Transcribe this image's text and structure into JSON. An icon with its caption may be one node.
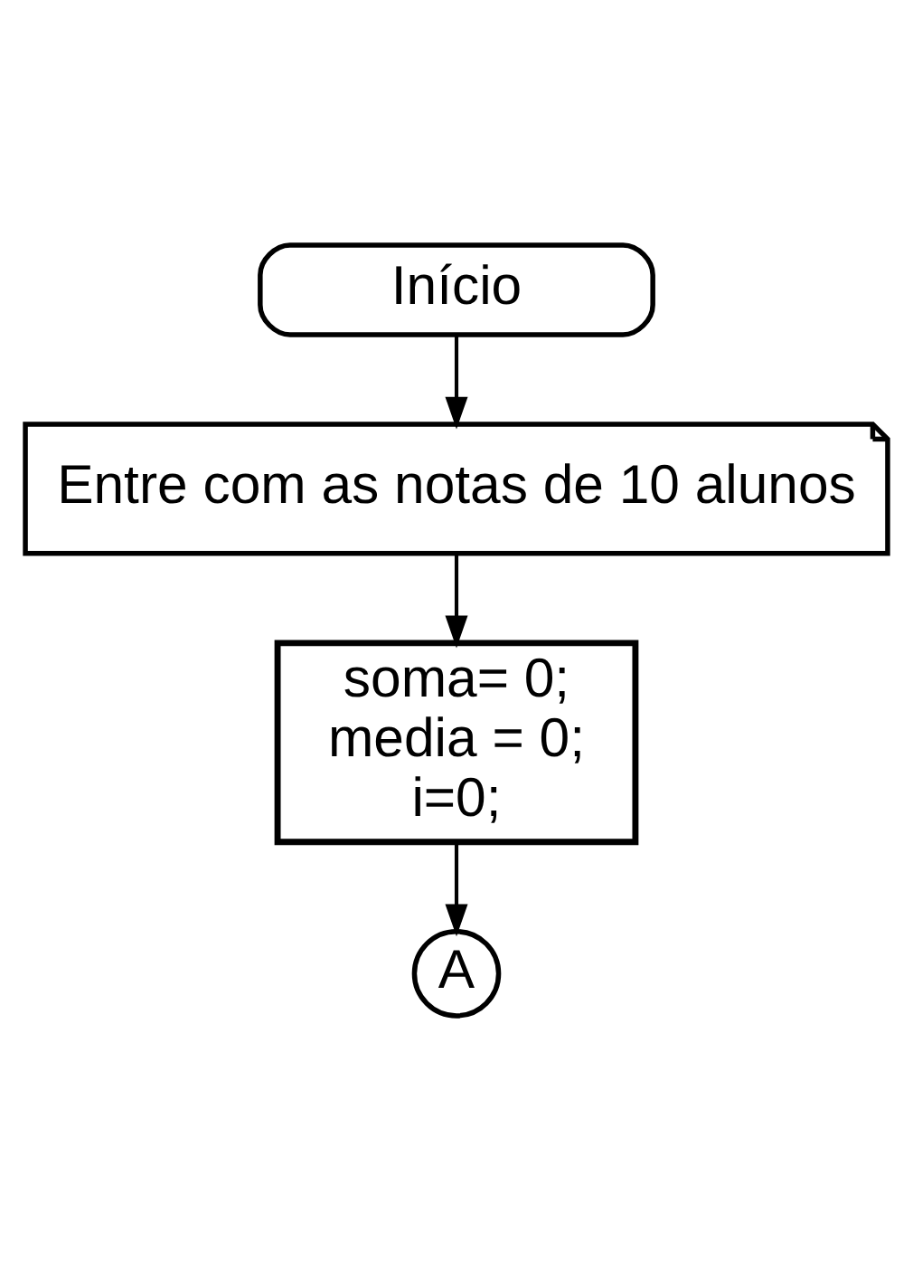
{
  "diagram": {
    "nodes": [
      {
        "text": [
          "Início"
        ]
      },
      {
        "text": [
          "Entre com as notas de 10 alunos"
        ]
      },
      {
        "text": [
          "soma= 0;",
          "media = 0;",
          "i=0;"
        ]
      },
      {
        "text": [
          "A"
        ]
      }
    ],
    "edges": [
      {
        "from": 0,
        "to": 1,
        "arrow": "to"
      },
      {
        "from": 1,
        "to": 2,
        "arrow": "to"
      },
      {
        "from": 2,
        "to": 3,
        "arrow": "to"
      }
    ]
  }
}
